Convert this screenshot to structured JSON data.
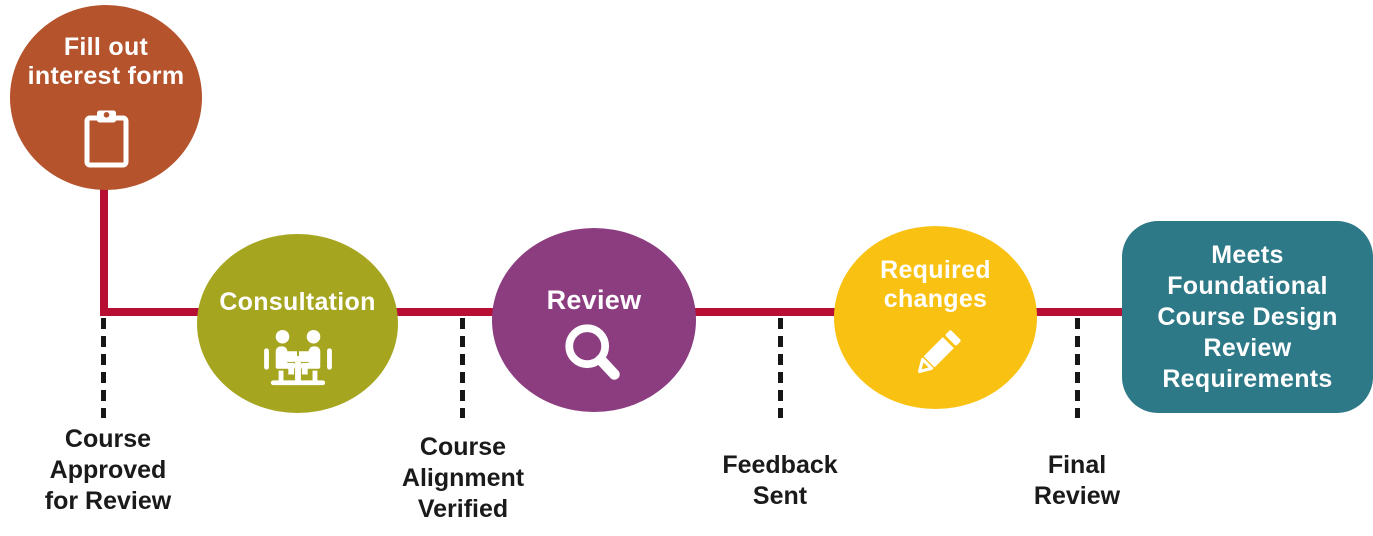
{
  "diagram": {
    "steps": [
      {
        "id": "fill-out-interest-form",
        "shape": "circle",
        "color": "#b5532c",
        "icon": "clipboard",
        "label_lines": [
          "Fill out",
          "interest form"
        ]
      },
      {
        "id": "consultation",
        "shape": "circle",
        "color": "#a6a51f",
        "icon": "people-meeting",
        "label_lines": [
          "Consultation"
        ]
      },
      {
        "id": "review",
        "shape": "circle",
        "color": "#8b3d80",
        "icon": "magnifying-glass",
        "label_lines": [
          "Review"
        ]
      },
      {
        "id": "required-changes",
        "shape": "circle",
        "color": "#f9c213",
        "icon": "pencil",
        "label_lines": [
          "Required",
          "changes"
        ]
      },
      {
        "id": "outcome",
        "shape": "rounded-rect",
        "color": "#2e7987",
        "icon": null,
        "label_lines": [
          "Meets",
          "Foundational",
          "Course Design",
          "Review",
          "Requirements"
        ]
      }
    ],
    "milestones": [
      {
        "label_lines": [
          "Course",
          "Approved",
          "for Review"
        ]
      },
      {
        "label_lines": [
          "Course",
          "Alignment",
          "Verified"
        ]
      },
      {
        "label_lines": [
          "Feedback",
          "Sent"
        ]
      },
      {
        "label_lines": [
          "Final",
          "Review"
        ]
      }
    ],
    "colors": {
      "connector_line": "#b60f33",
      "milestone_tick": "#161616",
      "milestone_text": "#1a1a1a",
      "node_text": "#ffffff"
    }
  }
}
